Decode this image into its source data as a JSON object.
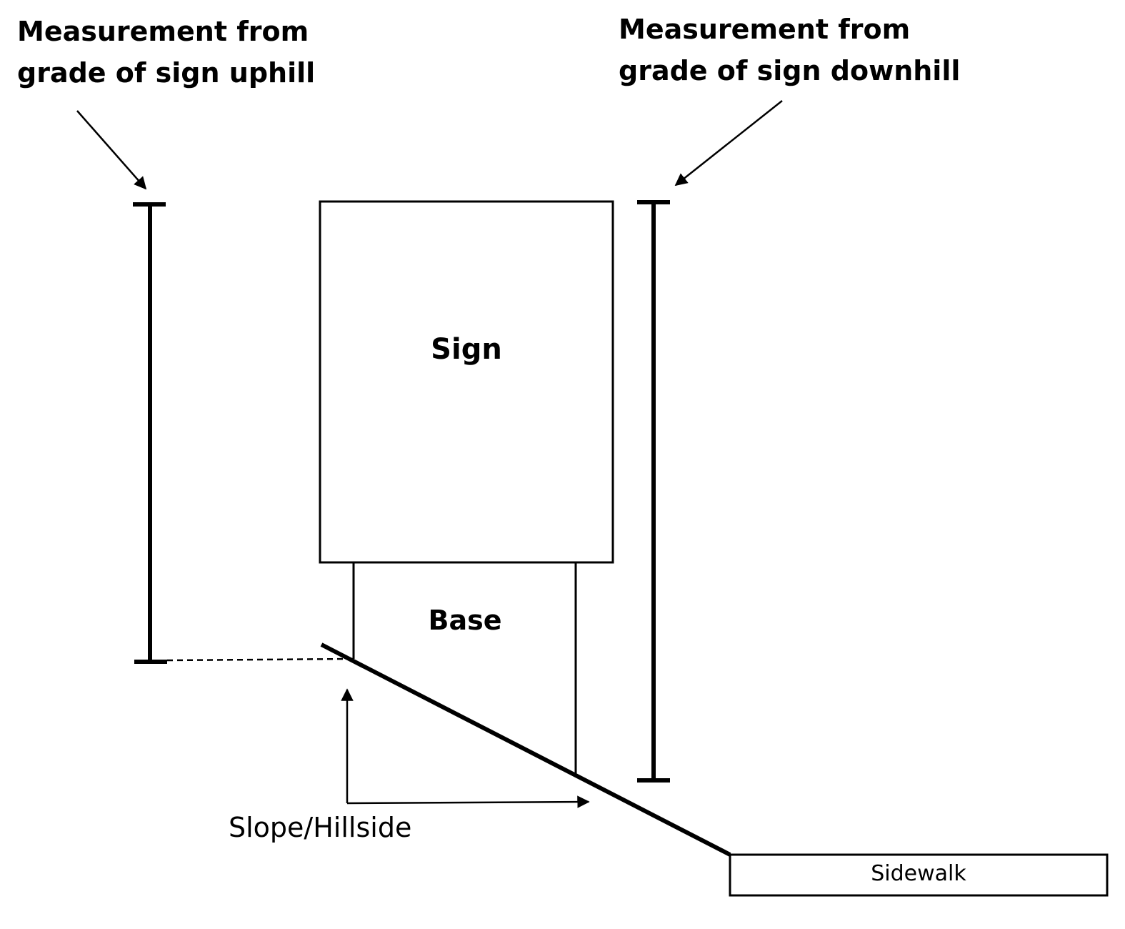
{
  "labels": {
    "uphill_line1": "Measurement from",
    "uphill_line2": "grade of sign uphill",
    "downhill_line1": "Measurement from",
    "downhill_line2": "grade of sign downhill",
    "sign": "Sign",
    "base": "Base",
    "slope": "Slope/Hillside",
    "sidewalk": "Sidewalk"
  },
  "colors": {
    "stroke": "#000000",
    "background": "#ffffff"
  }
}
